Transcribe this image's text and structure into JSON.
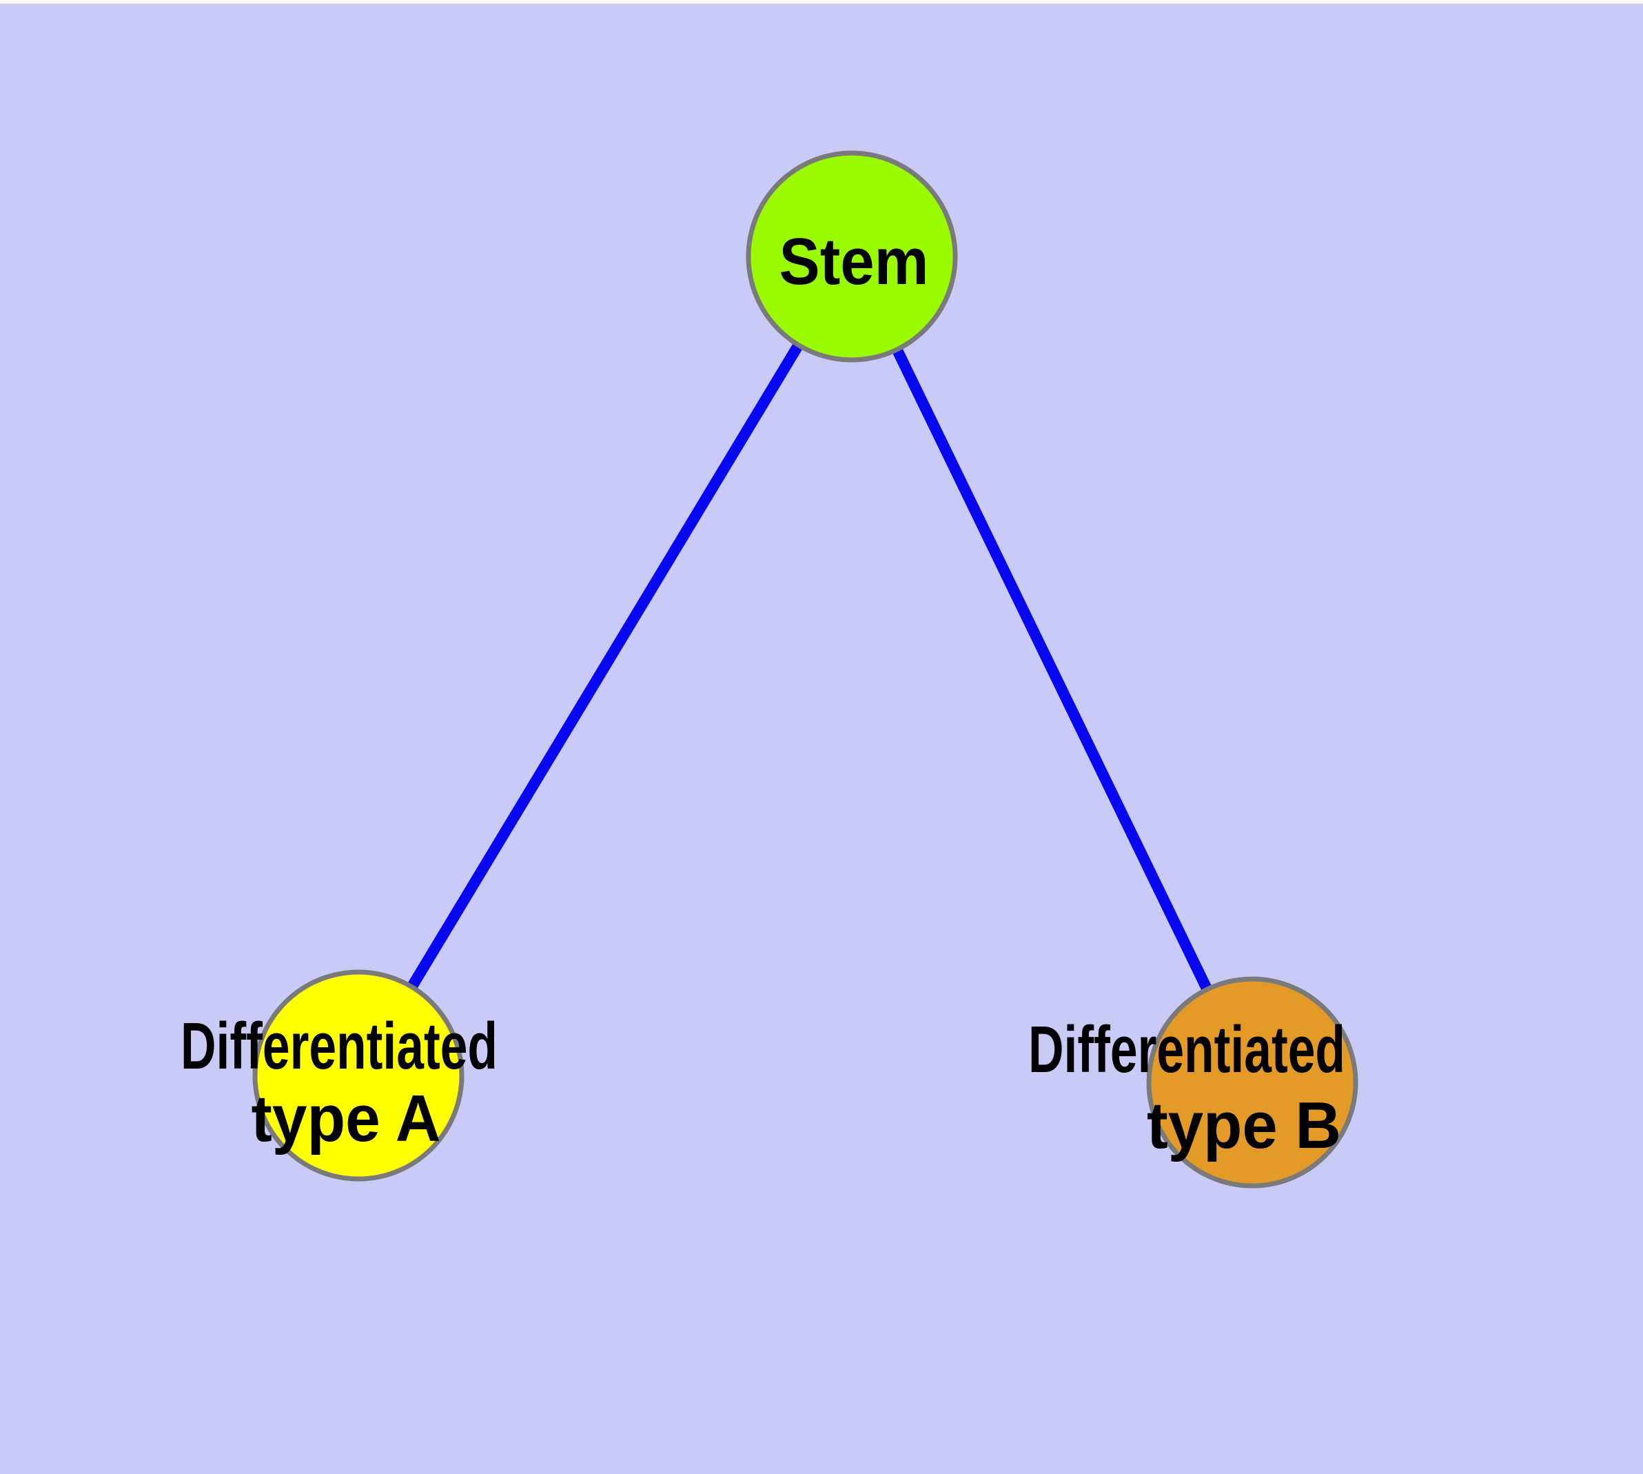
{
  "figure": {
    "type": "node-link-graph",
    "nodes": [
      {
        "id": "stem",
        "label_lines": [
          "Stem"
        ],
        "fill": "#9AFB00"
      },
      {
        "id": "differentiated-type-a",
        "label_lines": [
          "Differentiated",
          "type A"
        ],
        "fill": "#FFFF00"
      },
      {
        "id": "differentiated-type-b",
        "label_lines": [
          "Differentiated",
          "type B"
        ],
        "fill": "#E39A26"
      }
    ],
    "edges": [
      {
        "from": "Stem",
        "to": "Differentiated type A"
      },
      {
        "from": "Stem",
        "to": "Differentiated type B"
      }
    ]
  },
  "colors": {
    "background": "#CACAF7",
    "top_margin_strip": "#FFFFFF",
    "edge": "#0808F0",
    "node_border": "#7A7A7A",
    "label_text": "#000000"
  }
}
